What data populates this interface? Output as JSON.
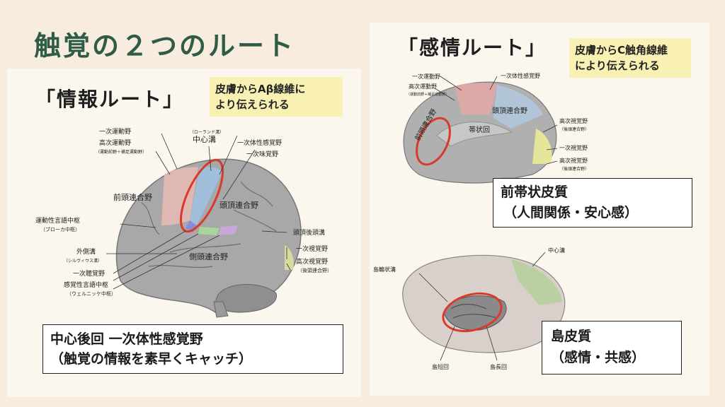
{
  "title": "触覚の２つのルート",
  "left": {
    "heading": "「情報ルート」",
    "note_line1": "皮膚からAβ線維に",
    "note_line2": "より伝えられる",
    "labels": {
      "primary_motor": "一次運動野",
      "premotor": "高次運動野",
      "premotor_sub": "（運動前野＋補足運動野）",
      "rolandic": "（ローランド溝）",
      "central_sulcus": "中心溝",
      "somatosensory": "一次体性感覚野",
      "taste": "一次味覚野",
      "prefrontal": "前頭連合野",
      "parietal": "頭頂連合野",
      "broca": "運動性言語中枢",
      "broca_sub": "（ブローカ中枢）",
      "lateral_sulcus": "外側溝",
      "sylvian": "（シルヴィウス溝）",
      "auditory": "一次聴覚野",
      "wernicke": "感覚性言語中枢",
      "wernicke_sub": "（ウェルニッケ中枢）",
      "temporal": "側頭連合野",
      "parieto_occipital": "頭頂後頭溝",
      "visual": "一次視覚野",
      "higher_visual": "高次視覚野",
      "higher_visual_sub": "（後頭連合野）"
    },
    "box_line1": "中心後回 一次体性感覚野",
    "box_line2": "（触覚の情報を素早くキャッチ）"
  },
  "right": {
    "heading": "「感情ルート」",
    "note_line1": "皮膚からC触角線維",
    "note_line2": "により伝えられる",
    "labels": {
      "primary_motor": "一次運動野",
      "higher_motor": "高次運動野",
      "higher_motor_sub": "（運動前野＋補足運動野）",
      "somatosensory": "一次体性感覚野",
      "parietal": "頭頂連合野",
      "prefrontal": "前頭連合野",
      "cingulate": "帯状回",
      "higher_visual": "高次視覚野",
      "higher_visual_sub": "（後頭連合野）",
      "visual": "一次視覚野",
      "higher_visual2": "高次視覚野",
      "higher_visual2_sub": "（後頭連合野）",
      "central_sulcus": "中心溝",
      "circular_sulcus": "島輪状溝",
      "short_gyri": "島短回",
      "long_gyri": "島長回"
    },
    "acc_line1": "前帯状皮質",
    "acc_line2": "（人間関係・安心感）",
    "insula_line1": "島皮質",
    "insula_line2": "（感情・共感）"
  },
  "colors": {
    "title": "#2e5c46",
    "background": "#f8ecdf",
    "panel": "#fbf7ef",
    "note": "#f9f1b4",
    "highlight_circle": "#d93a2a"
  }
}
